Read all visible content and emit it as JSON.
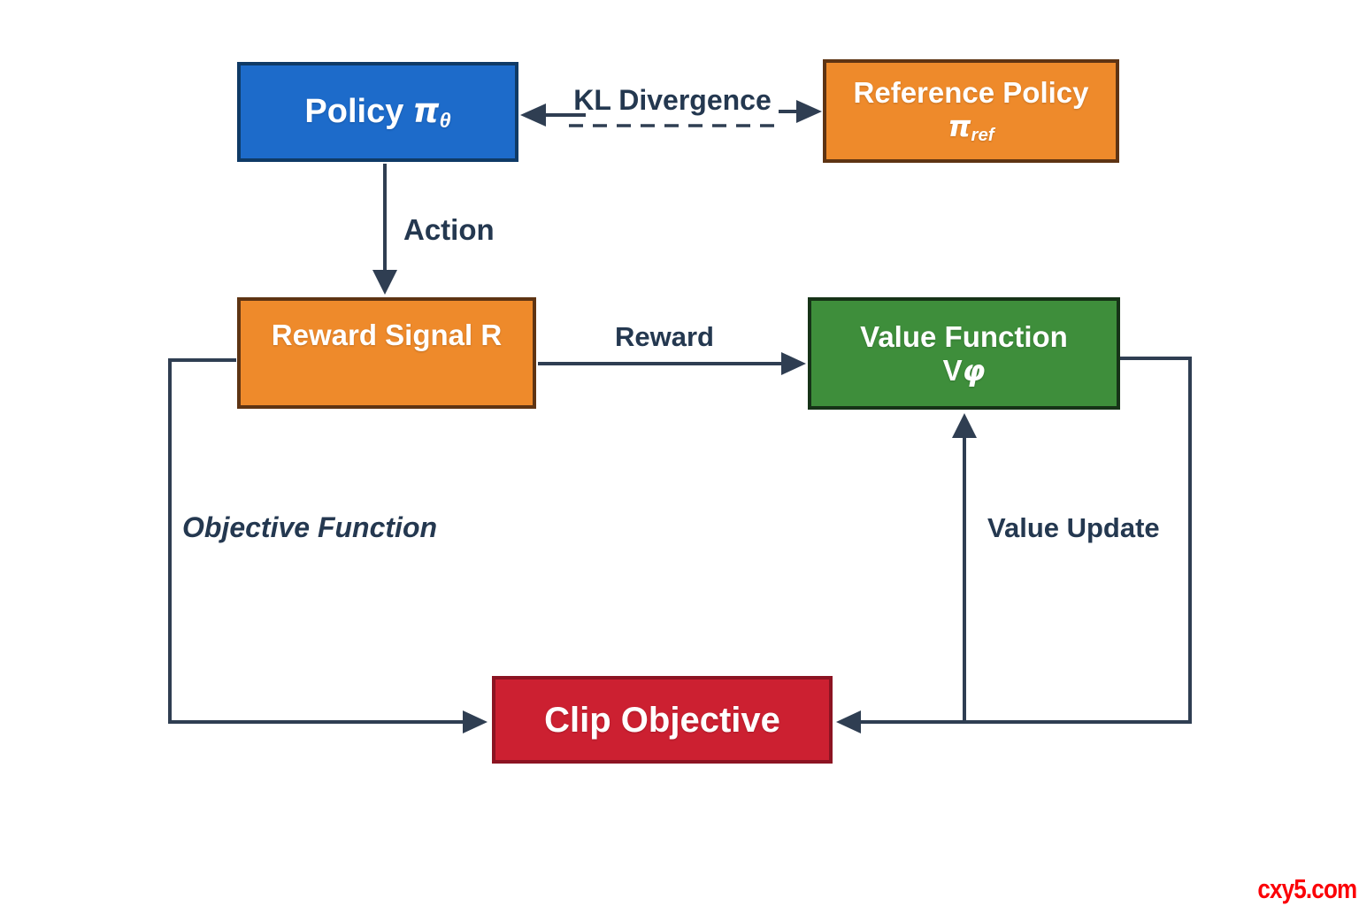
{
  "diagram": {
    "nodes": {
      "policy": {
        "text": "Policy",
        "symbol": "π",
        "sub": "θ"
      },
      "reference_policy": {
        "line1": "Reference Policy",
        "symbol": "π",
        "sub": "ref"
      },
      "reward_signal": {
        "label": "Reward Signal R"
      },
      "value_function": {
        "line1": "Value Function",
        "symbol": "V",
        "sub": "φ"
      },
      "clip_objective": {
        "label": "Clip Objective"
      }
    },
    "edge_labels": {
      "kl_divergence": "KL Divergence",
      "action": "Action",
      "reward": "Reward",
      "objective_function": "Objective Function",
      "value_update": "Value Update"
    },
    "colors": {
      "policy_fill": "#1d6bca",
      "policy_border": "#0f3a66",
      "orange_fill": "#ee8a2b",
      "orange_border": "#5e3413",
      "green_fill": "#3e8e3b",
      "green_border": "#163317",
      "red_fill": "#cc2031",
      "red_border": "#8c1422",
      "connector": "#2f3e52",
      "edge_label_text": "#243850",
      "watermark_red": "#fb0007"
    }
  },
  "watermark": "cxy5.com"
}
